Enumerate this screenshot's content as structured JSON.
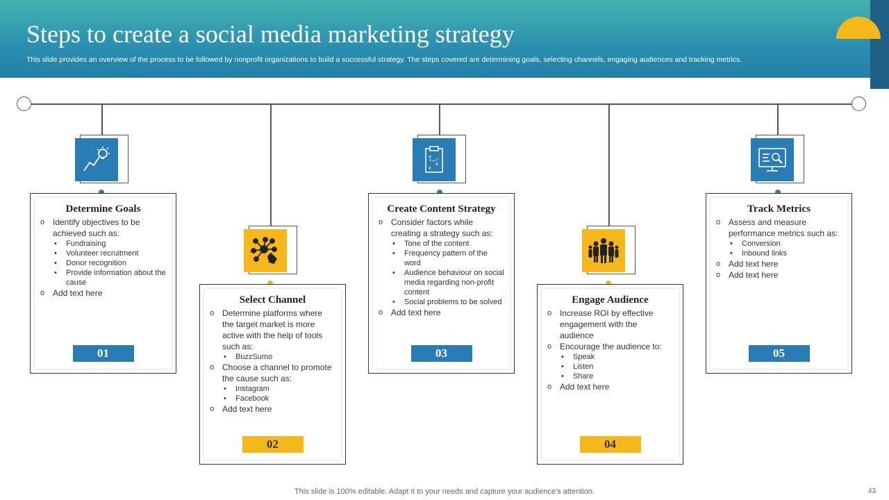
{
  "header": {
    "title": "Steps to create a social media marketing strategy",
    "subtitle": "This slide provides an overview of the process to be followed by nonprofit organizations to build a successful strategy. The steps covered are determining goals, selecting channels, engaging audiences and tracking metrics."
  },
  "colors": {
    "accent_blue": "#2a7db4",
    "accent_yellow": "#f4b81c",
    "header_teal": "#45b3ae",
    "header_dark": "#1f5f86"
  },
  "steps": [
    {
      "title": "Determine Goals",
      "number": "01",
      "icon": "goal-lightbulb-icon",
      "items": [
        {
          "text": "Identify objectives to be achieved  such as:",
          "sub": [
            "Fundraising",
            "Volunteer recruitment",
            "Donor recognition",
            "Provide information about the cause"
          ]
        },
        {
          "text": "Add text here",
          "sub": []
        }
      ]
    },
    {
      "title": "Select Channel",
      "number": "02",
      "icon": "network-hand-icon",
      "items": [
        {
          "text": "Determine platforms where the target market is more active with the help of tools such as:",
          "sub": [
            "BuzzSumo"
          ]
        },
        {
          "text": "Choose a channel to promote the cause such as:",
          "sub": [
            "Instagram",
            "Facebook"
          ]
        },
        {
          "text": "Add text here",
          "sub": []
        }
      ]
    },
    {
      "title": "Create Content Strategy",
      "number": "03",
      "icon": "clipboard-strategy-icon",
      "items": [
        {
          "text": "Consider factors while creating a strategy such as:",
          "sub": [
            "Tone of the content",
            "Frequency pattern of the word",
            "Audience behaviour on social media regarding non-profit content",
            "Social problems to be solved"
          ]
        },
        {
          "text": "Add text here",
          "sub": []
        }
      ]
    },
    {
      "title": "Engage Audience",
      "number": "04",
      "icon": "audience-group-icon",
      "items": [
        {
          "text": "Increase ROI  by effective engagement  with the audience",
          "sub": []
        },
        {
          "text": "Encourage  the audience to:",
          "sub": [
            "Speak",
            "Listen",
            "Share"
          ]
        },
        {
          "text": "Add text here",
          "sub": []
        }
      ]
    },
    {
      "title": "Track Metrics",
      "number": "05",
      "icon": "monitor-search-icon",
      "items": [
        {
          "text": "Assess and measure performance  metrics such as:",
          "sub": [
            "Conversion",
            "Inbound links"
          ]
        },
        {
          "text": "Add text here",
          "sub": []
        },
        {
          "text": "Add text here",
          "sub": []
        }
      ]
    }
  ],
  "footer": {
    "text": "This slide is 100% editable. Adapt it to your needs and capture your audience's attention.",
    "page": "43"
  }
}
